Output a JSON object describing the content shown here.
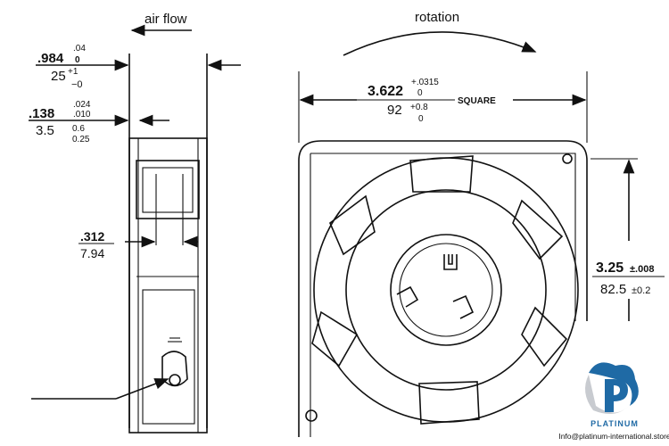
{
  "labels": {
    "air_flow": "air flow",
    "rotation": "rotation",
    "square": "SQUARE"
  },
  "dimensions": {
    "depth": {
      "in": ".984",
      "in_tol_plus": ".04",
      "in_tol_minus": "0",
      "mm": "25",
      "mm_tol_plus": "+1",
      "mm_tol_minus": "−0"
    },
    "flange": {
      "in": ".138",
      "in_tol_plus": ".024",
      "in_tol_minus": ".010",
      "mm": "3.5",
      "mm_tol_plus": "0.6",
      "mm_tol_minus": "0.25"
    },
    "slot": {
      "in": ".312",
      "mm": "7.94"
    },
    "width": {
      "in": "3.622",
      "in_tol_plus": "+.0315",
      "in_tol_minus": "0",
      "mm": "92",
      "mm_tol_plus": "+0.8",
      "mm_tol_minus": "0"
    },
    "hole_spacing": {
      "in": "3.25",
      "in_tol": "±.008",
      "mm": "82.5",
      "mm_tol": "±0.2"
    }
  },
  "brand": {
    "name": "PLATINUM",
    "email": "Info@platinum-international.store",
    "colors": {
      "primary": "#1f6aa5",
      "secondary": "#c8cbd0"
    }
  }
}
